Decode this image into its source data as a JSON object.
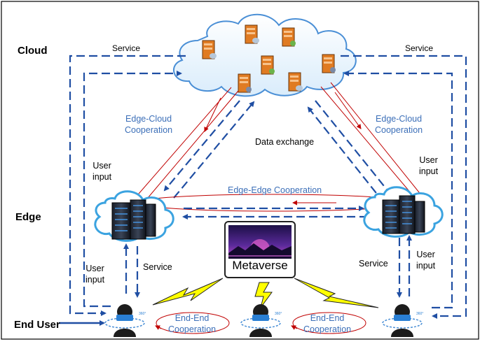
{
  "tiers": {
    "cloud": "Cloud",
    "edge": "Edge",
    "end_user": "End User"
  },
  "links": {
    "service_left": "Service",
    "service_right": "Service",
    "edge_cloud_left": "Edge-Cloud\nCooperation",
    "edge_cloud_right": "Edge-Cloud\nCooperation",
    "data_exchange": "Data exchange",
    "user_input_left_upper": "User\ninput",
    "user_input_right_upper": "User\ninput",
    "edge_edge": "Edge-Edge Cooperation",
    "user_input_left_lower": "User\ninput",
    "service_left_lower": "Service",
    "service_right_lower": "Service",
    "user_input_right_lower": "User\ninput",
    "end_end_left": "End-End\nCooperation",
    "end_end_right": "End-End\nCooperation"
  },
  "center": {
    "label": "Metaverse"
  },
  "colors": {
    "service_arrow": "#1f4ea3",
    "cooperation_arrow": "#c00000",
    "link_text": "#3c6fb8",
    "cloud_outline": "#4a8fd6",
    "server": "#e07b22",
    "lightning": "#ffff00"
  }
}
